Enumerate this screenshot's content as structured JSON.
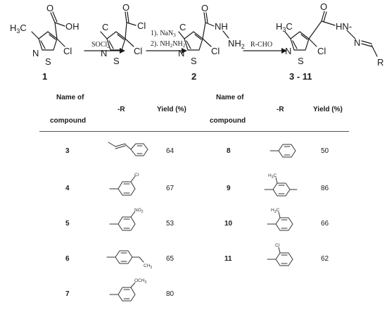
{
  "scheme": {
    "reagents": {
      "step1": "SOCl",
      "step1_sub": "2",
      "step2_line1": "1). NaN",
      "step2_line1_sub": "3",
      "step2_line2": "2). NH",
      "step2_line2_sub1": "2",
      "step2_line2_mid": "NH",
      "step2_line2_sub2": "2",
      "step3": "R-CHO"
    },
    "compound_labels": [
      "1",
      "2",
      "3 - 11"
    ],
    "atoms": {
      "methyl": "H",
      "methyl_sub": "3",
      "methyl_tail": "C",
      "oh": "OH",
      "o": "O",
      "n": "N",
      "s": "S",
      "cl": "Cl",
      "nh": "NH",
      "nh2": "NH",
      "nh2_sub": "2",
      "hn": "N",
      "h": "H",
      "r": "R",
      "hyphen": "-"
    }
  },
  "table": {
    "headers": {
      "name_line1": "Name of",
      "name_line2": "compound",
      "r": "-R",
      "yield": "Yield (%)"
    },
    "left": [
      {
        "id": "3",
        "yield": "64"
      },
      {
        "id": "4",
        "yield": "67"
      },
      {
        "id": "5",
        "yield": "53"
      },
      {
        "id": "6",
        "yield": "65"
      },
      {
        "id": "7",
        "yield": "80"
      }
    ],
    "right": [
      {
        "id": "8",
        "yield": "50"
      },
      {
        "id": "9",
        "yield": "86"
      },
      {
        "id": "10",
        "yield": "66"
      },
      {
        "id": "11",
        "yield": "62"
      }
    ],
    "substituent_labels": {
      "cl": "Cl",
      "no2": "NO",
      "no2_sub": "2",
      "och3": "OCH",
      "och3_sub": "3",
      "ch3": "CH",
      "ch3_sub": "3",
      "h3c": "H",
      "h3c_sub": "3",
      "h3c_tail": "C"
    }
  }
}
